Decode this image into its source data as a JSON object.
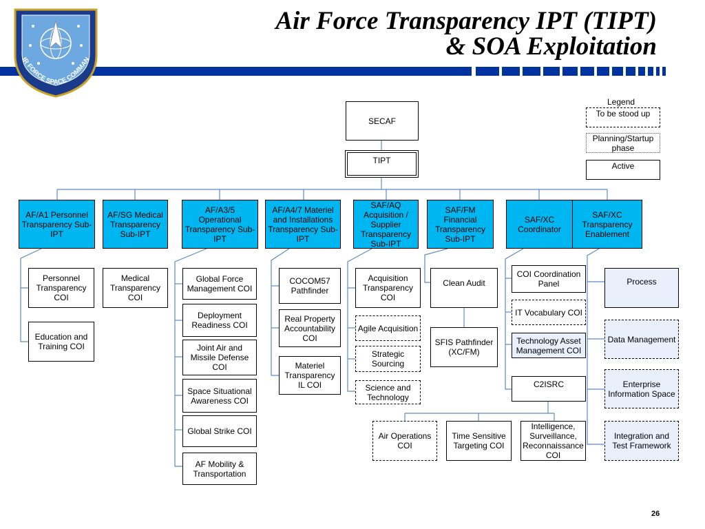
{
  "title": {
    "line1": "Air Force Transparency IPT (TIPT)",
    "line2": "& SOA Exploitation"
  },
  "logo": {
    "text": "AIR FORCE SPACE COMMAND"
  },
  "colors": {
    "band": "#0033a0",
    "sub_ipt": "#00b6f0",
    "enablement_child": "#eaf0fb"
  },
  "legend": {
    "title": "Legend",
    "to_be_stood_up": "To be stood up",
    "planning": "Planning/Startup phase",
    "active": "Active"
  },
  "top": {
    "secaf": "SECAF",
    "tipt": "TIPT"
  },
  "sub_ipts": {
    "a1": "AF/A1 Personnel Transparency Sub-IPT",
    "sg": "AF/SG Medical Transparency Sub-IPT",
    "a35": "AF/A3/5 Operational Transparency Sub-IPT",
    "a47": "AF/A4/7 Materiel and Installations Transparency Sub-IPT",
    "aq": "SAF/AQ Acquisition / Supplier Transparency Sub-IPT",
    "fm": "SAF/FM Financial Transparency Sub-IPT",
    "xc_coord": "SAF/XC Coordinator",
    "xc_enable": "SAF/XC Transparency Enablement"
  },
  "coi": {
    "personnel": "Personnel Transparency COI",
    "education": "Education and Training COI",
    "medical": "Medical Transparency COI",
    "global_force": "Global Force Management COI",
    "deployment": "Deployment Readiness COI",
    "joint_air": "Joint Air and Missile Defense COI",
    "space_sa": "Space Situational Awareness COI",
    "global_strike": "Global Strike COI",
    "mobility": "AF Mobility & Transportation",
    "cocom": "COCOM57 Pathfinder",
    "real_property": "Real Property Accountability COI",
    "materiel": "Materiel Transparency IL COI",
    "acq": "Acquisition Transparency COI",
    "agile": "Agile Acquisition",
    "strategic": "Strategic Sourcing",
    "science": "Science and Technology",
    "clean_audit": "Clean Audit",
    "sfis": "SFIS Pathfinder (XC/FM)",
    "coi_coord": "COI Coordination Panel",
    "it_vocab": "IT Vocabulary COI",
    "tech_asset": "Technology Asset Management COI",
    "c2isrc": "C2ISRC",
    "air_ops": "Air Operations COI",
    "time_sensitive": "Time Sensitive Targeting COI",
    "isr": "Intelligence, Surveillance, Reconnaissance COI",
    "process": "Process",
    "data_mgmt": "Data Management",
    "enterprise": "Enterprise Information Space",
    "integration": "Integration and Test Framework"
  },
  "page_number": "26"
}
